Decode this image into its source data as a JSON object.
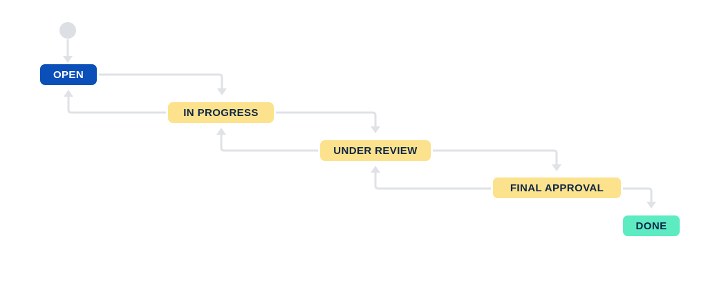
{
  "diagram": {
    "type": "workflow-status-diagram",
    "colors": {
      "background": "#ffffff",
      "arrow": "#dfe2e6",
      "start_node_fill": "#dcdfe4",
      "initial_status_bg": "#0b50b9",
      "initial_status_text": "#ffffff",
      "intermediate_status_bg": "#fce28c",
      "intermediate_status_text": "#0e2547",
      "done_status_bg": "#5debc2",
      "done_status_text": "#0e2547"
    },
    "nodes": [
      {
        "id": "open",
        "label": "OPEN",
        "kind": "initial-status"
      },
      {
        "id": "in-progress",
        "label": "IN PROGRESS",
        "kind": "intermediate-status"
      },
      {
        "id": "under-review",
        "label": "UNDER REVIEW",
        "kind": "intermediate-status"
      },
      {
        "id": "final-approval",
        "label": "FINAL APPROVAL",
        "kind": "intermediate-status"
      },
      {
        "id": "done",
        "label": "DONE",
        "kind": "done-status"
      }
    ],
    "transitions": [
      {
        "from": "start",
        "to": "open"
      },
      {
        "from": "open",
        "to": "in-progress"
      },
      {
        "from": "in-progress",
        "to": "open"
      },
      {
        "from": "in-progress",
        "to": "under-review"
      },
      {
        "from": "under-review",
        "to": "in-progress"
      },
      {
        "from": "under-review",
        "to": "final-approval"
      },
      {
        "from": "final-approval",
        "to": "under-review"
      },
      {
        "from": "final-approval",
        "to": "done"
      }
    ]
  }
}
